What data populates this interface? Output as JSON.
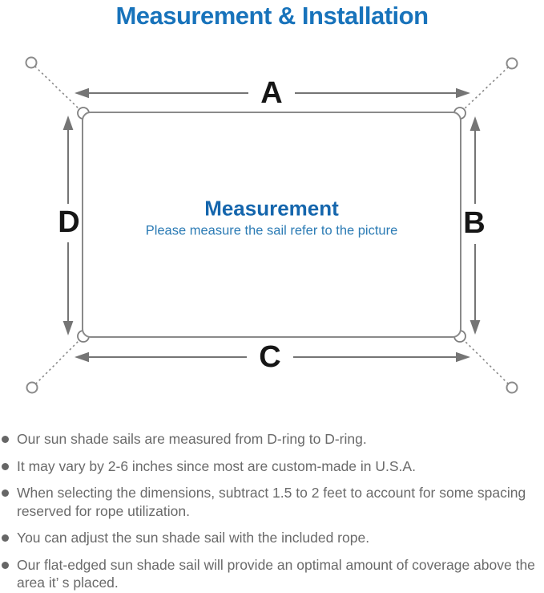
{
  "title": "Measurement & Installation",
  "diagram": {
    "labels": {
      "top": "A",
      "right": "B",
      "bottom": "C",
      "left": "D"
    },
    "center_title": "Measurement",
    "center_subtitle": "Please measure the sail refer to the picture"
  },
  "notes": [
    "Our sun shade sails are measured from D-ring to D-ring.",
    "It may vary by 2-6 inches since most are custom-made in U.S.A.",
    "When selecting the dimensions, subtract 1.5 to 2 feet to account for some spacing reserved for rope utilization.",
    "You can adjust the sun shade sail with the included rope.",
    "Our flat-edged sun shade sail will provide an optimal amount of coverage above the area it’ s placed."
  ],
  "colors": {
    "title_blue": "#1873bb",
    "center_title_blue": "#1566ad",
    "subtitle_blue": "#2d7cb5",
    "note_text_gray": "#6a6a6a",
    "line_gray": "#757575",
    "sail_outline_gray": "#8a8a8a",
    "dim_label_black": "#161616"
  }
}
